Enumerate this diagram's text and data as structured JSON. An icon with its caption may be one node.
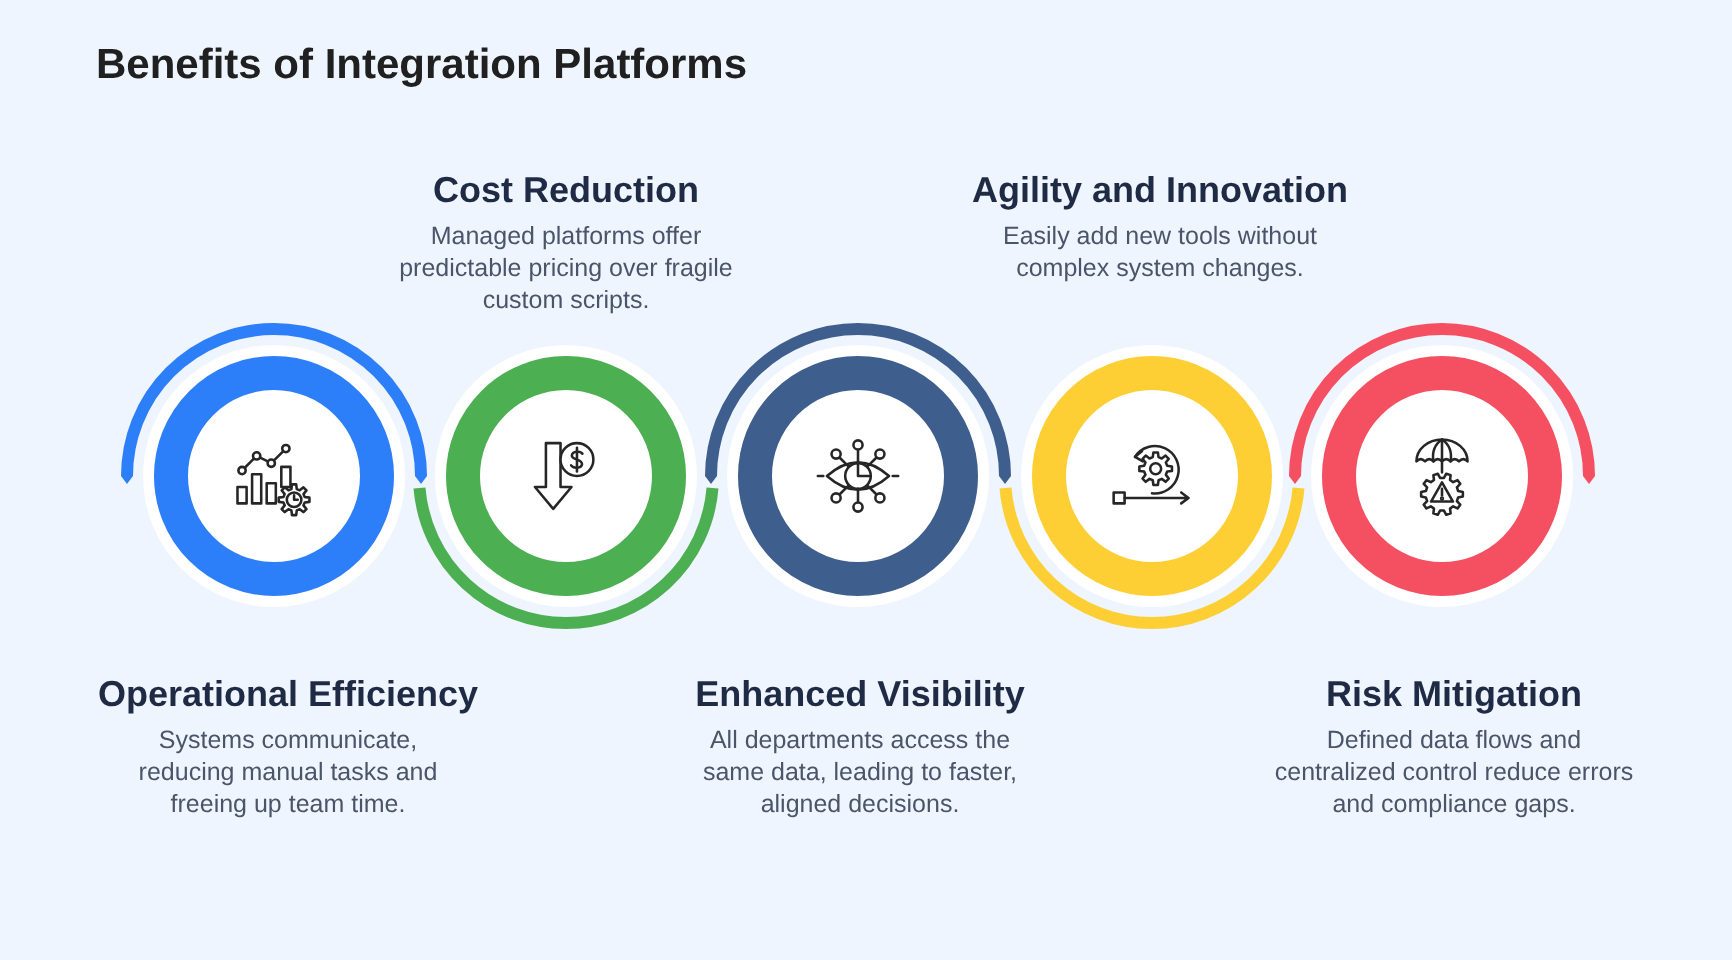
{
  "diagram": {
    "title": "Benefits of Integration Platforms",
    "nodes": [
      {
        "text": [],
        "shape": "circle",
        "beside": [
          "Operational Efficiency",
          "Systems communicate, reducing manual tasks and freeing up team time."
        ]
      },
      {
        "text": [],
        "shape": "circle",
        "beside": [
          "Cost Reduction",
          "Managed platforms offer predictable pricing over fragile custom scripts."
        ]
      },
      {
        "text": [],
        "shape": "circle",
        "beside": [
          "Enhanced Visibility",
          "All departments access the same data, leading to faster, aligned decisions."
        ]
      },
      {
        "text": [],
        "shape": "circle",
        "beside": [
          "Agility and Innovation",
          "Easily add new tools without complex system changes."
        ]
      },
      {
        "text": [],
        "shape": "circle",
        "beside": [
          "Risk Mitigation",
          "Defined data flows and centralized control reduce errors and compliance gaps."
        ]
      }
    ]
  }
}
